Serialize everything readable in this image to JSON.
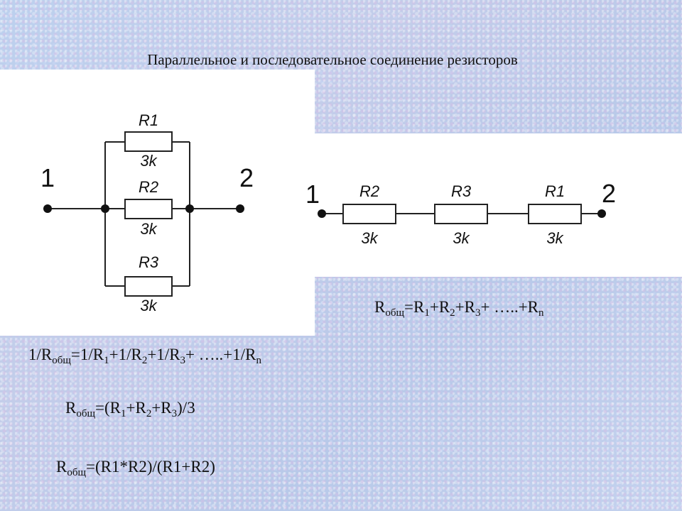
{
  "title": "Параллельное и последовательное соединение резисторов",
  "parallel_circuit": {
    "node_left": "1",
    "node_right": "2",
    "resistors": [
      {
        "name": "R1",
        "value": "3k"
      },
      {
        "name": "R2",
        "value": "3k"
      },
      {
        "name": "R3",
        "value": "3k"
      }
    ]
  },
  "series_circuit": {
    "node_left": "1",
    "node_right": "2",
    "resistors": [
      {
        "name": "R2",
        "value": "3k"
      },
      {
        "name": "R3",
        "value": "3k"
      },
      {
        "name": "R1",
        "value": "3k"
      }
    ]
  },
  "formulas": {
    "series": {
      "r": "R",
      "sub_total": "общ",
      "eq": "=R",
      "s1": "1",
      "p1": "+R",
      "s2": "2",
      "p2": "+R",
      "s3": "3",
      "tail": "+ …..+R",
      "sn": "n"
    },
    "parallel": {
      "lead": "1/R",
      "sub_total": "общ",
      "eq": "=1/R",
      "s1": "1",
      "p1": "+1/R",
      "s2": "2",
      "p2": "+1/R",
      "s3": "3",
      "tail": "+ …..+1/R",
      "sn": "n"
    },
    "three_equal": {
      "r": "R",
      "sub_total": "общ",
      "eq": "=(R",
      "s1": "1",
      "p1": "+R",
      "s2": "2",
      "p2": "+R",
      "s3": "3",
      "tail": ")/3"
    },
    "two": {
      "r": "R",
      "sub_total": "общ",
      "rest": "=(R1*R2)/(R1+R2)"
    }
  }
}
